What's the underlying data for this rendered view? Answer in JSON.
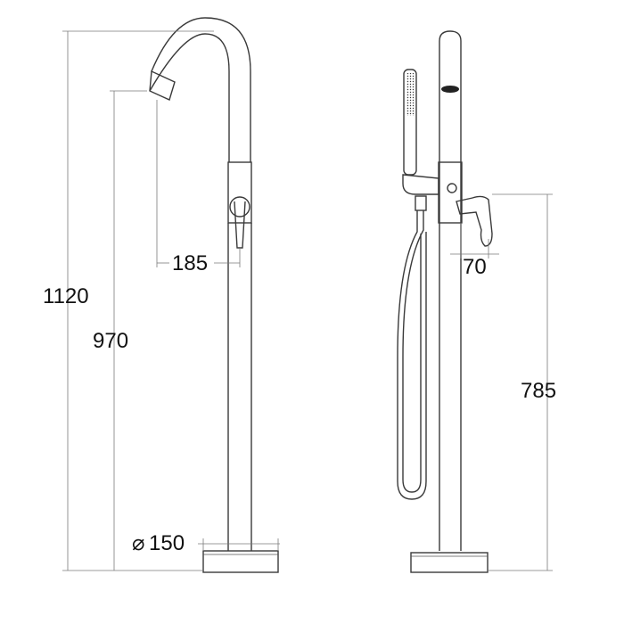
{
  "dimensions": {
    "total_height": "1120",
    "spout_height": "970",
    "spout_reach": "185",
    "base_diameter": "150",
    "diameter_symbol": "⌀",
    "handle_offset": "70",
    "handle_height": "785"
  },
  "colors": {
    "line": "#3a3a3a",
    "dimension_line": "#7a7a7a",
    "text": "#111111",
    "background": "#ffffff"
  }
}
